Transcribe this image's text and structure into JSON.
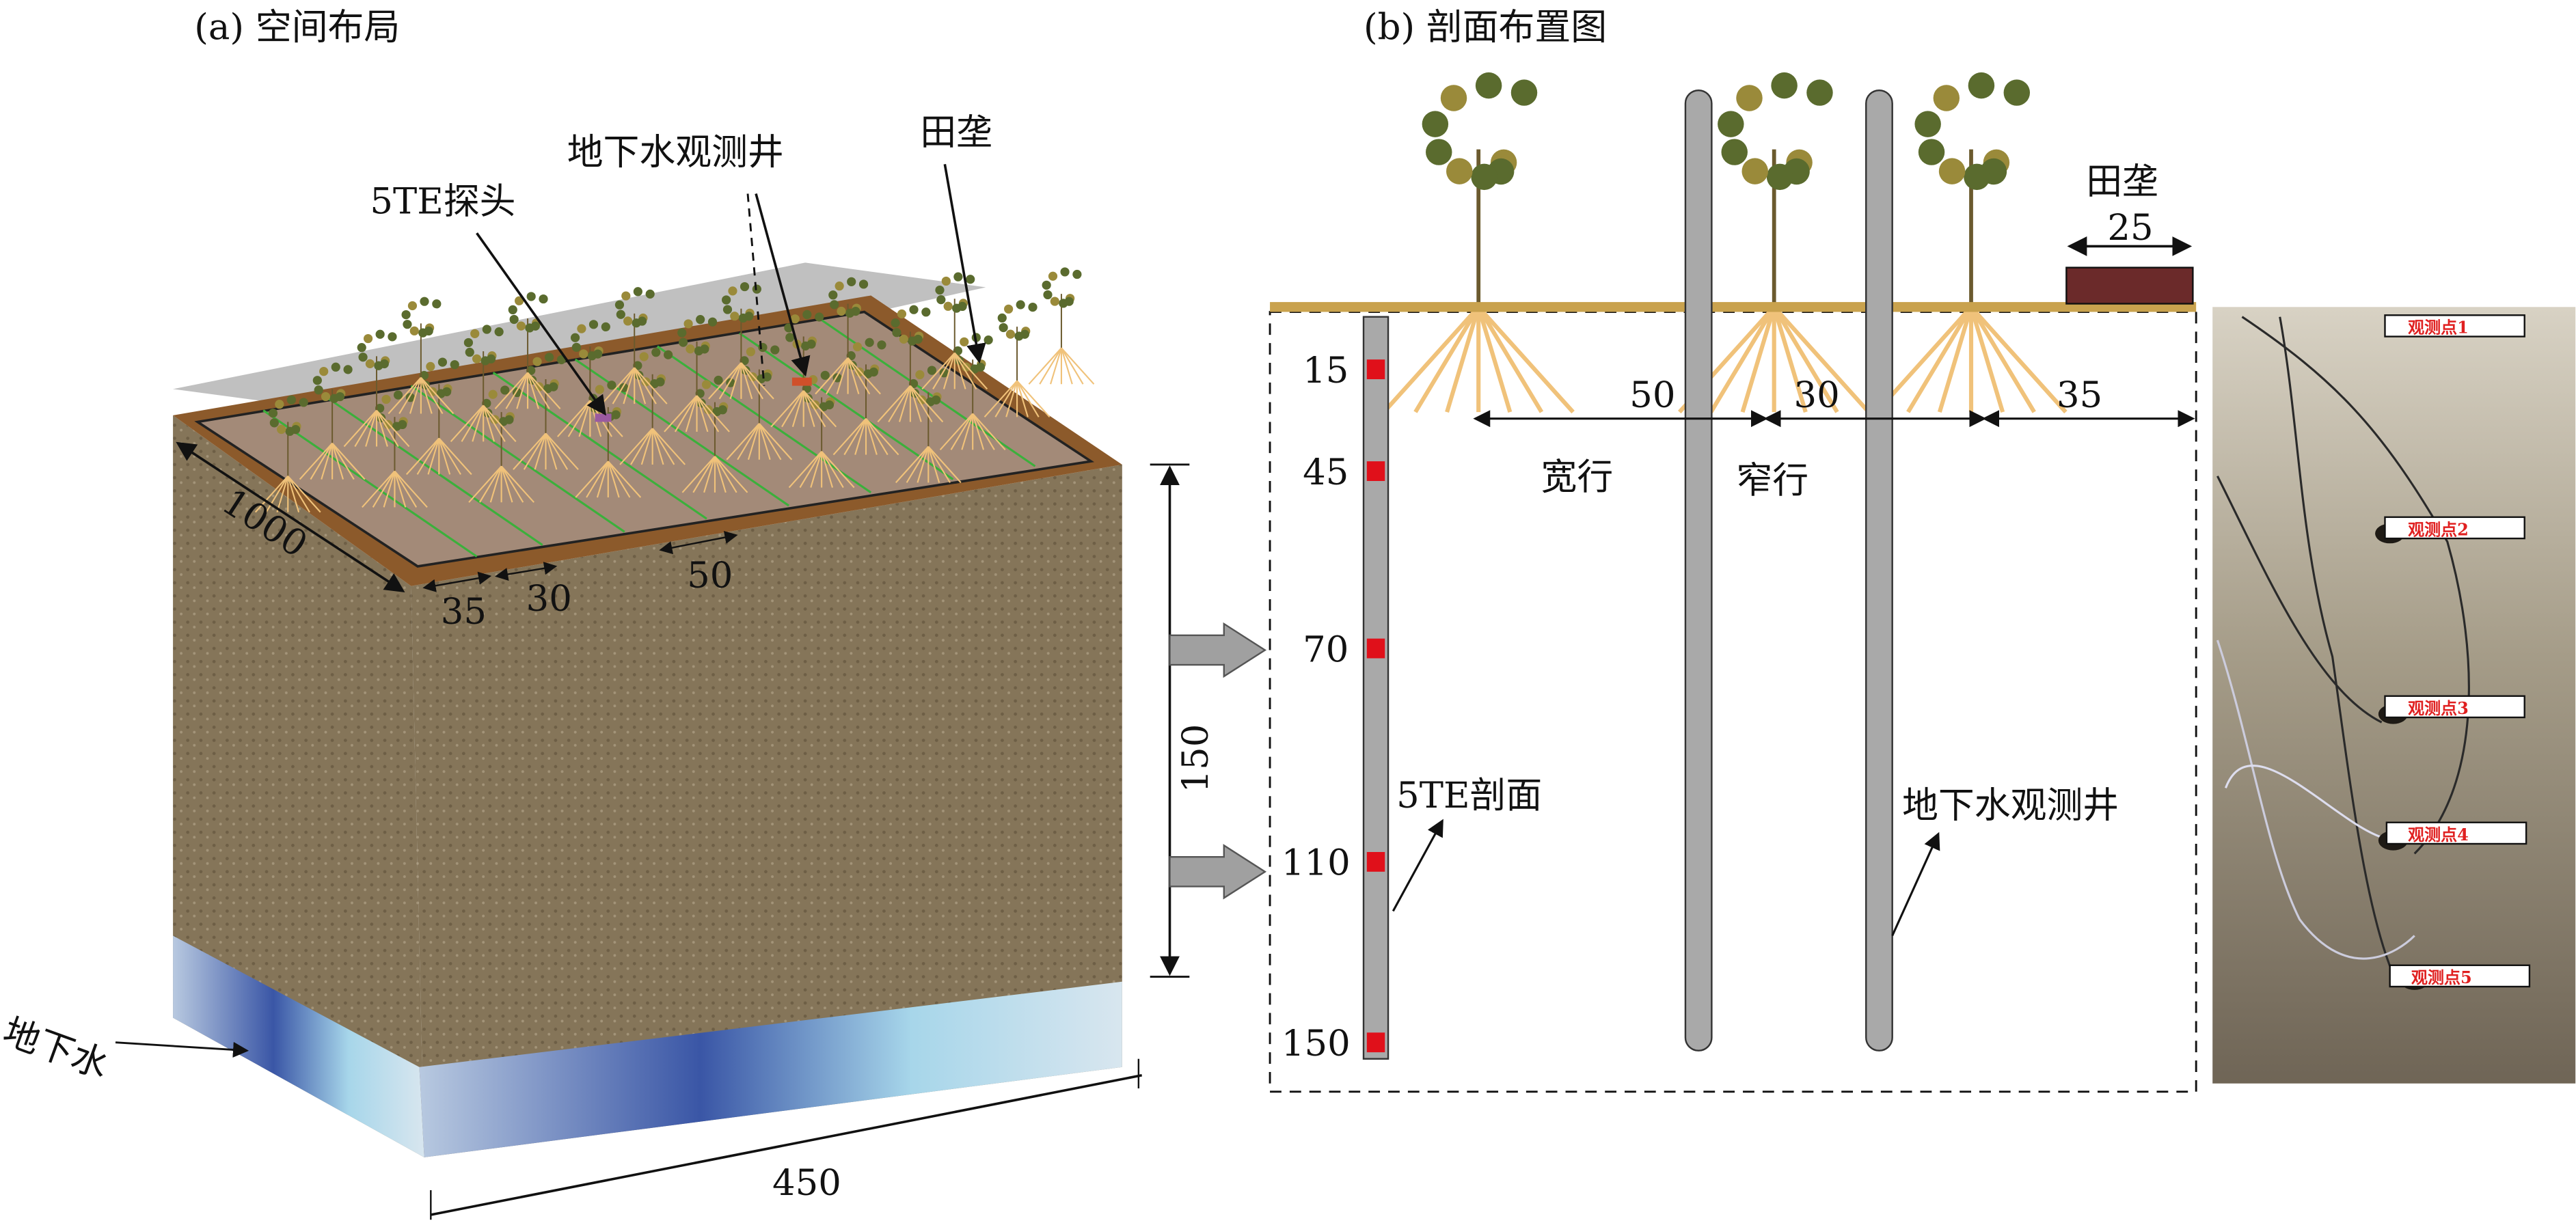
{
  "panel_a": {
    "title": "(a) 空间布局",
    "labels": {
      "probe": "5TE探头",
      "well": "地下水观测井",
      "ridge": "田垄",
      "groundwater": "地下水"
    },
    "dimensions": {
      "length": "1000",
      "wide_row_edge": "35",
      "narrow_row": "30",
      "wide_row": "50",
      "depth": "150",
      "width": "450"
    }
  },
  "panel_b": {
    "title": "(b) 剖面布置图",
    "ridge_label": "田垄",
    "ridge_width": "25",
    "spacing": [
      "50",
      "30",
      "35"
    ],
    "wide_row": "宽行",
    "narrow_row": "窄行",
    "depths": [
      "15",
      "45",
      "70",
      "110",
      "150"
    ],
    "profile_label": "5TE剖面",
    "well_label": "地下水观测井"
  },
  "photo": {
    "points": [
      "观测点1",
      "观测点2",
      "观测点3",
      "观测点4",
      "观测点5"
    ]
  },
  "colors": {
    "ground": "#c9a24e",
    "ridge": "#6b2a2a",
    "sensor": "#e0101a",
    "pole": "#a9a9a9",
    "soil": "#8a7a5e",
    "water": "#6d8fc8",
    "root": "#f0c27a",
    "plant": "#5a6b2e"
  }
}
